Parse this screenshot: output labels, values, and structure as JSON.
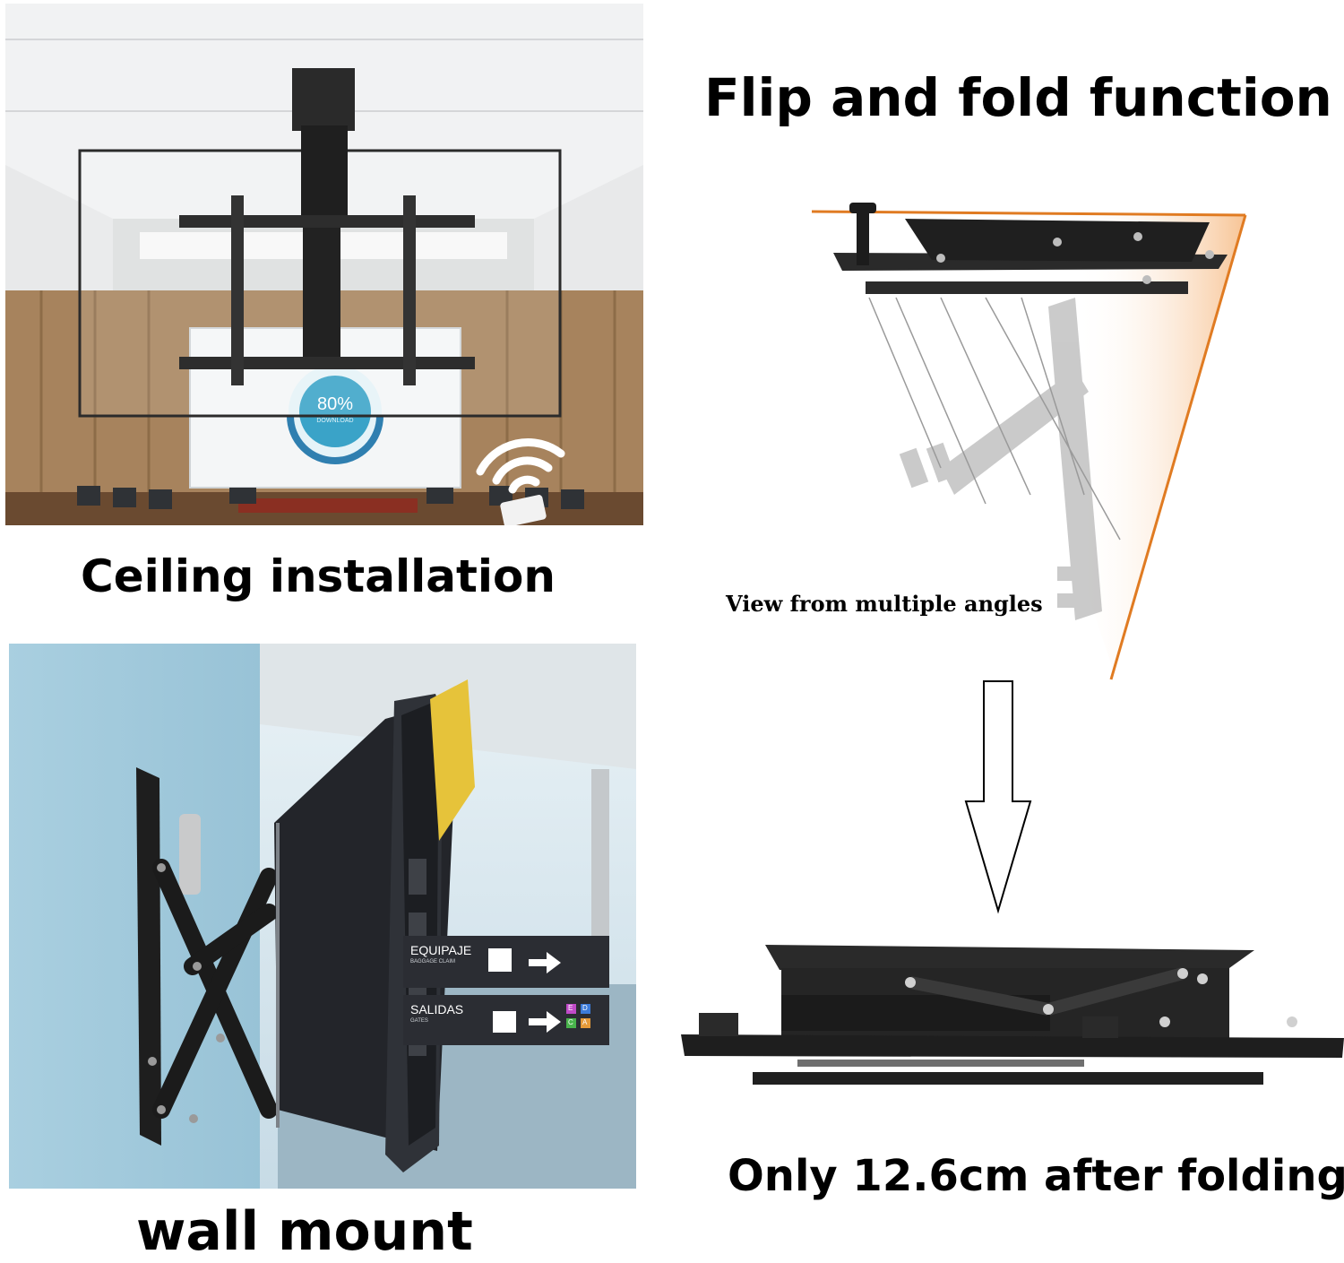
{
  "captions": {
    "flip_fold_title": "Flip and fold function",
    "ceiling_installation": "Ceiling installation",
    "wall_mount": "wall mount",
    "view_angles": "View from multiple angles",
    "folded_height": "Only 12.6cm after folding"
  },
  "ceiling_photo": {
    "screen_percent": "80%",
    "screen_subtext": "DOWNLOAD"
  },
  "wall_photo": {
    "sign_baggage": "EQUIPAJE",
    "sign_baggage_sub": "BAGGAGE CLAIM",
    "sign_exit": "SALIDAS",
    "sign_exit_sub": "GATES",
    "gate_letters": [
      "E",
      "D",
      "C",
      "A"
    ]
  },
  "colors": {
    "accent_orange": "#e07b22",
    "mount_black": "#2a2a2a",
    "wall_blue": "#9fc6d8",
    "sign_dark": "#2b2d33"
  },
  "icons": {
    "wifi": "wifi-signal-icon",
    "arrow": "down-arrow-icon",
    "luggage": "luggage-icon",
    "plane": "plane-icon"
  }
}
